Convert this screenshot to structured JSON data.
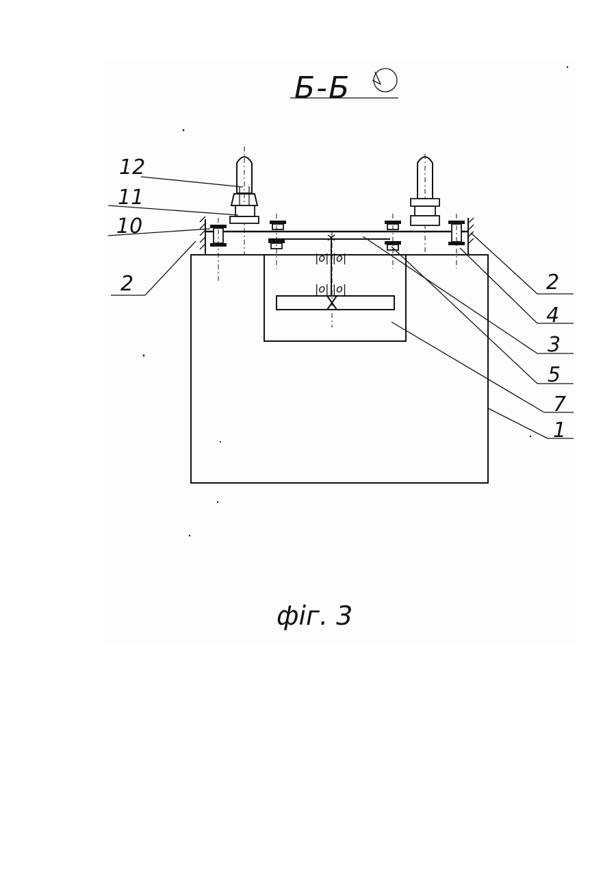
{
  "drawing": {
    "section_title": "Б-Б",
    "figure_caption": "фіг. 3",
    "callouts": {
      "left": [
        "12",
        "11",
        "10",
        "2"
      ],
      "right": [
        "2",
        "4",
        "3",
        "5",
        "7",
        "1"
      ]
    },
    "bearing_marks": [
      "|o|  |o|",
      "|o|  |o|"
    ]
  },
  "colors": {
    "ink": "#111111",
    "paper": "#ffffff"
  }
}
